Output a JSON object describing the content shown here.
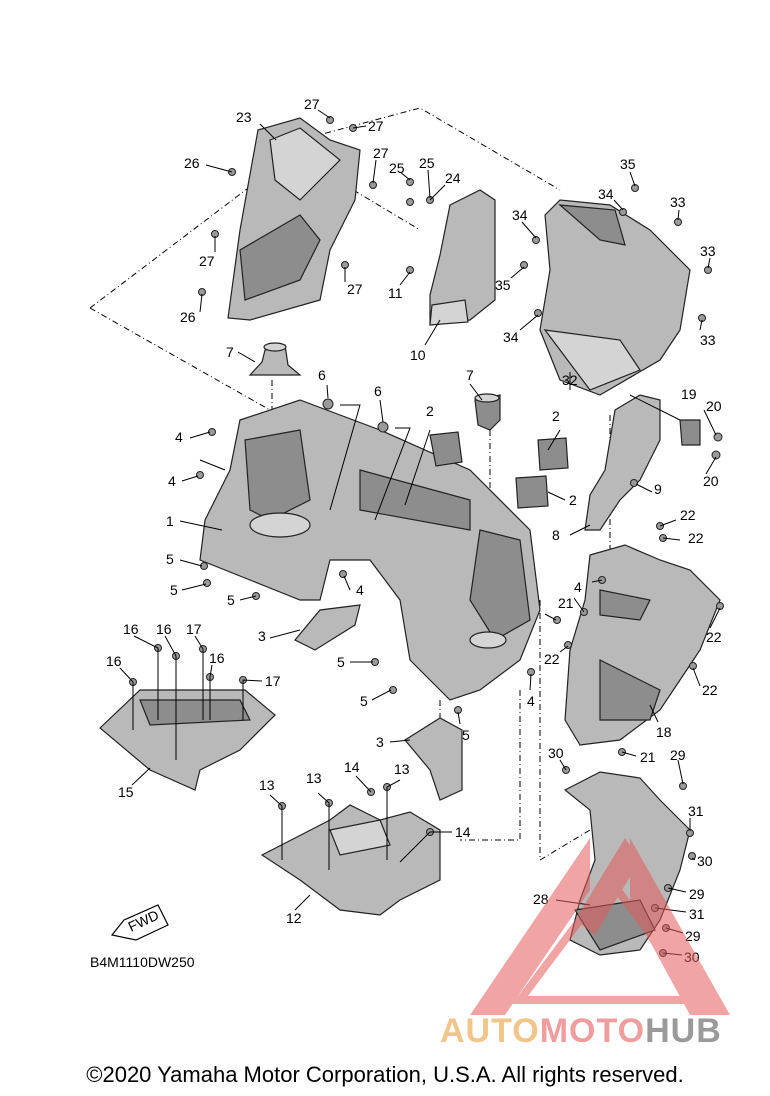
{
  "diagram": {
    "drawing_code": "B4M1110DW250",
    "fwd_label": "FWD",
    "callouts": [
      "1",
      "2",
      "3",
      "4",
      "5",
      "6",
      "7",
      "8",
      "9",
      "10",
      "11",
      "12",
      "13",
      "14",
      "15",
      "16",
      "17",
      "18",
      "19",
      "20",
      "21",
      "22",
      "23",
      "24",
      "25",
      "26",
      "27",
      "28",
      "29",
      "30",
      "31",
      "32",
      "33",
      "34",
      "35"
    ]
  },
  "watermark": {
    "part1": "AUTO",
    "part2": "MOTO",
    "part3": "HUB"
  },
  "footer": {
    "copyright": "©2020 Yamaha Motor Corporation, U.S.A. All rights reserved."
  }
}
